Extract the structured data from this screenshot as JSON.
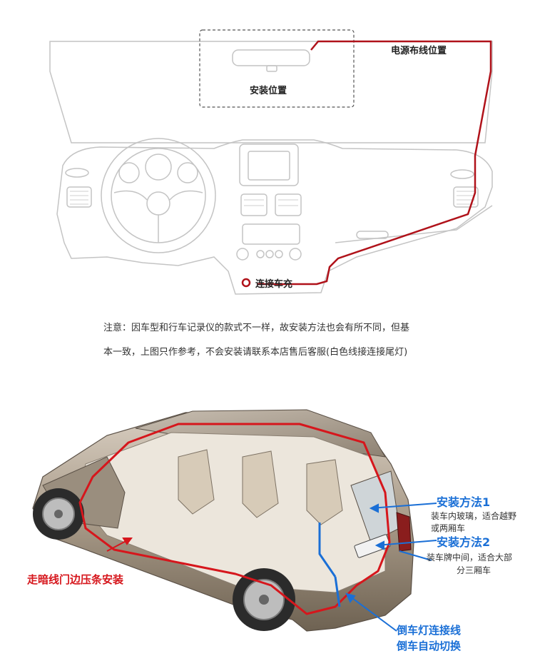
{
  "dashboard": {
    "power_wiring_label": "电源布线位置",
    "install_position_label": "安装位置",
    "car_charger_label": "连接车充"
  },
  "notice": {
    "line1": "注意：因车型和行车记录仪的款式不一样，故安装方法也会有所不同，但基",
    "line2": "本一致，上图只作参考，不会安装请联系本店售后客服(白色线接连接尾灯)"
  },
  "car_install": {
    "door_strip_label": "走暗线门边压条安装",
    "method1_title": "安装方法1",
    "method1_desc_line1": "装车内玻璃，适合越野",
    "method1_desc_line2": "或两厢车",
    "method2_title": "安装方法2",
    "method2_desc_line1": "装车牌中间，适合大部",
    "method2_desc_line2": "分三厢车",
    "reverse_line1": "倒车灯连接线",
    "reverse_line2": "倒车自动切换"
  },
  "colors": {
    "wire_red": "#b0121a",
    "accent_blue": "#1a6fd6",
    "label_red": "#d6161c",
    "outline_gray": "#bdbdbd"
  }
}
